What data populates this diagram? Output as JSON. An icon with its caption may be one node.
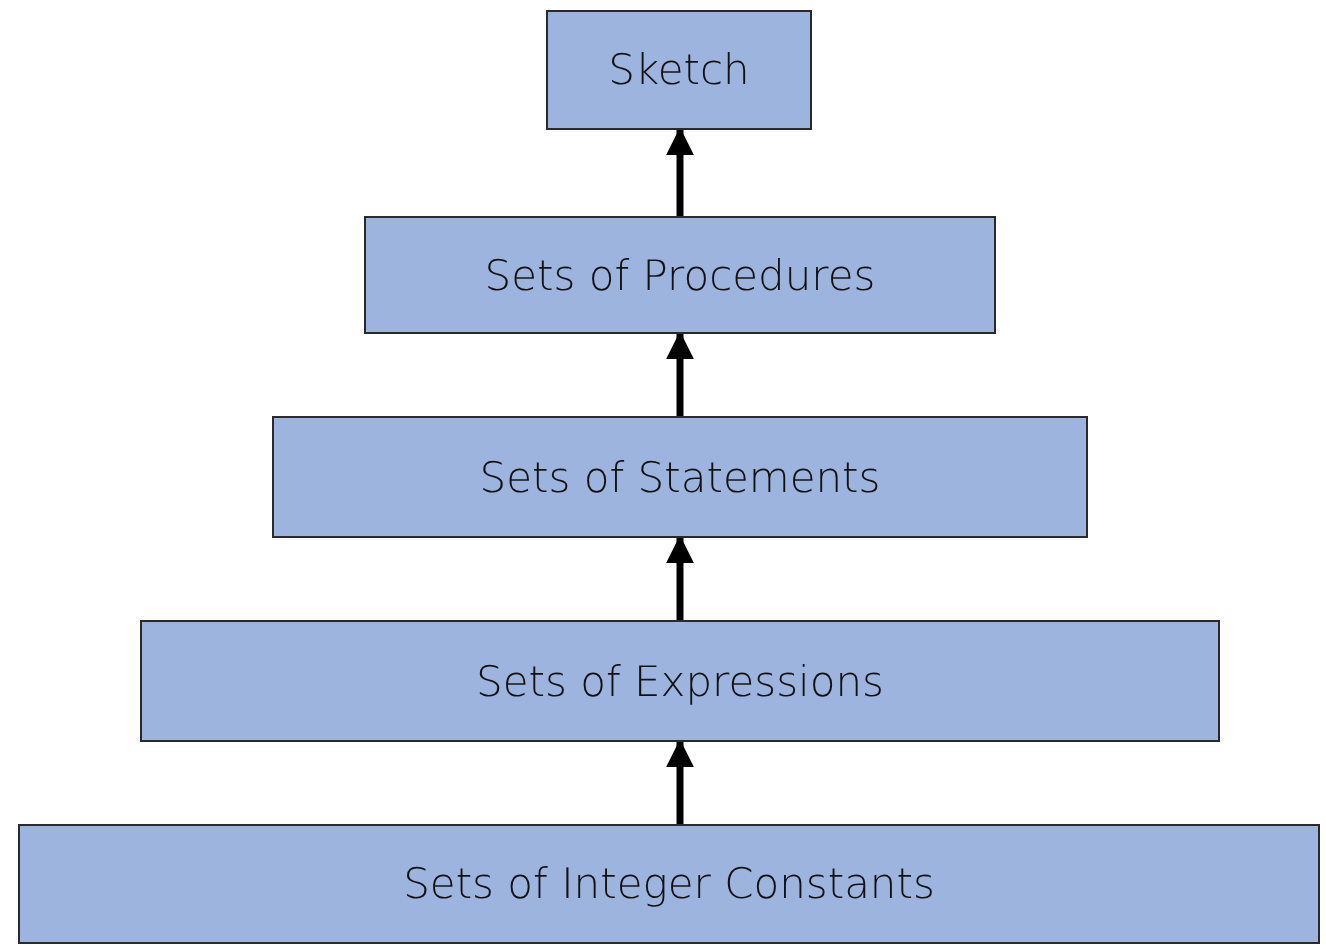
{
  "diagram": {
    "nodes": [
      {
        "text": [
          "Sketch"
        ]
      },
      {
        "text": [
          "Sets of Procedures"
        ]
      },
      {
        "text": [
          "Sets of Statements"
        ]
      },
      {
        "text": [
          "Sets of Expressions"
        ]
      },
      {
        "text": [
          "Sets of Integer Constants"
        ]
      }
    ],
    "edges": [
      {
        "from": 4,
        "to": 3,
        "arrow": "to"
      },
      {
        "from": 3,
        "to": 2,
        "arrow": "to"
      },
      {
        "from": 2,
        "to": 1,
        "arrow": "to"
      },
      {
        "from": 1,
        "to": 0,
        "arrow": "to"
      }
    ]
  }
}
